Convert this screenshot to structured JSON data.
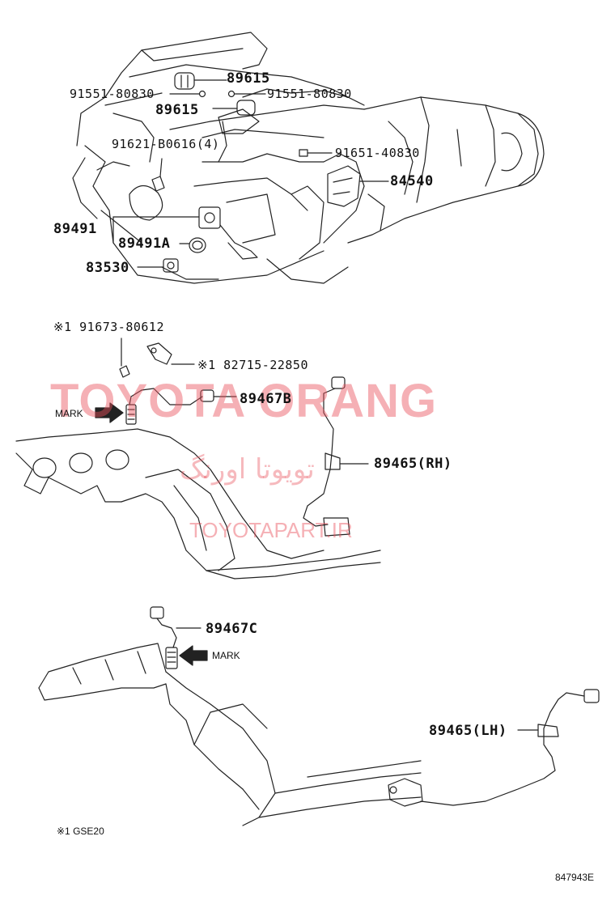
{
  "parts": {
    "p89615_top": "89615",
    "p91551_left": "91551-80830",
    "p91551_right": "91551-80830",
    "p89615_mid": "89615",
    "p91621": "91621-B0616(4)",
    "p91651": "91651-40830",
    "p84540": "84540",
    "p89491": "89491",
    "p89491A": "89491A",
    "p83530": "83530",
    "p91673": "※1 91673-80612",
    "p82715": "※1 82715-22850",
    "p89467B": "89467B",
    "p89465RH": "89465(RH)",
    "p89467C": "89467C",
    "p89465LH": "89465(LH)"
  },
  "labels": {
    "mark_top": "MARK",
    "mark_bottom": "MARK",
    "footnote": "※1  GSE20",
    "diagram_code": "847943E"
  },
  "watermark": {
    "line1": "TOYOTA ORANG",
    "line2": "تویوتا اورنگ",
    "line3": "TOYOTAPART.IR",
    "color": "#e8505a"
  }
}
